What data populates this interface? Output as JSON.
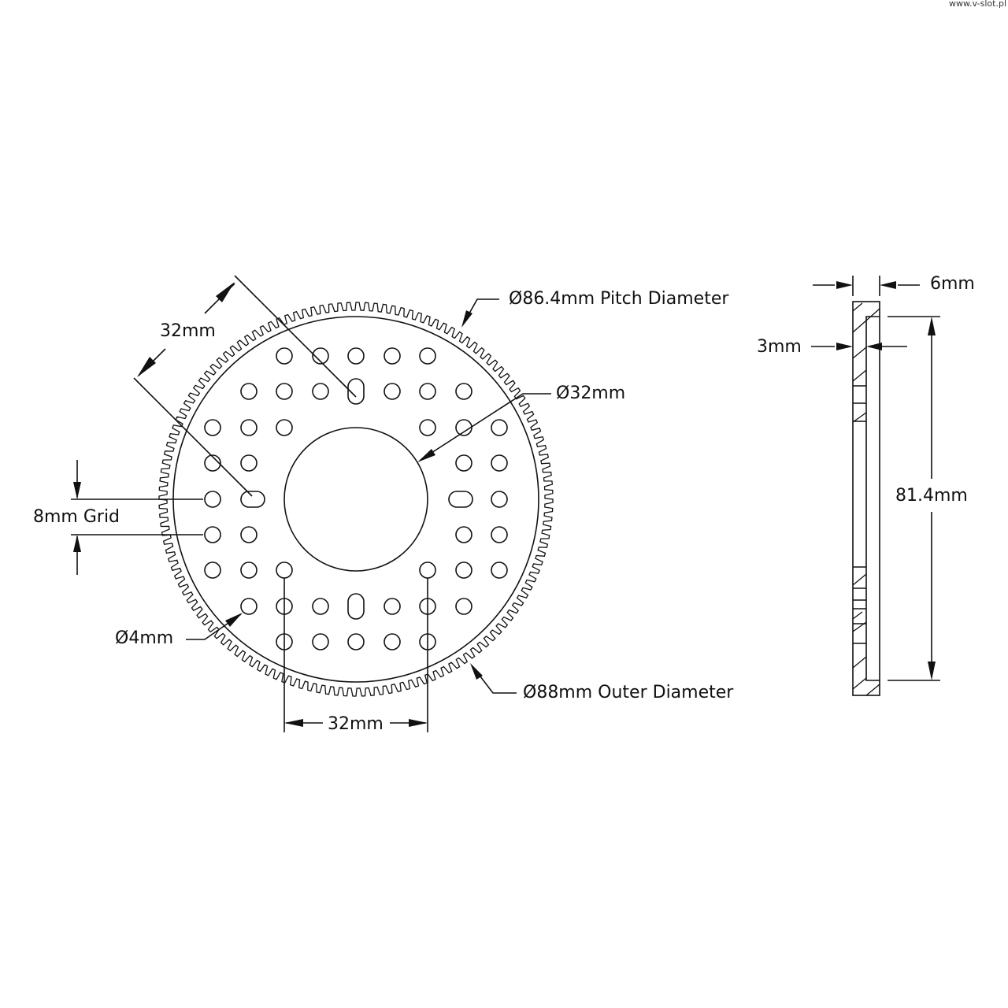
{
  "watermark": "www.v-slot.pl",
  "front_view": {
    "dim_diagonal": "32mm",
    "dim_grid": "8mm Grid",
    "dim_hole": "Ø4mm",
    "dim_bottom": "32mm",
    "pitch_diameter": "Ø86.4mm Pitch Diameter",
    "bore": "Ø32mm",
    "outer_diameter": "Ø88mm Outer Diameter"
  },
  "side_view": {
    "width": "6mm",
    "step": "3mm",
    "inner_height": "81.4mm"
  }
}
